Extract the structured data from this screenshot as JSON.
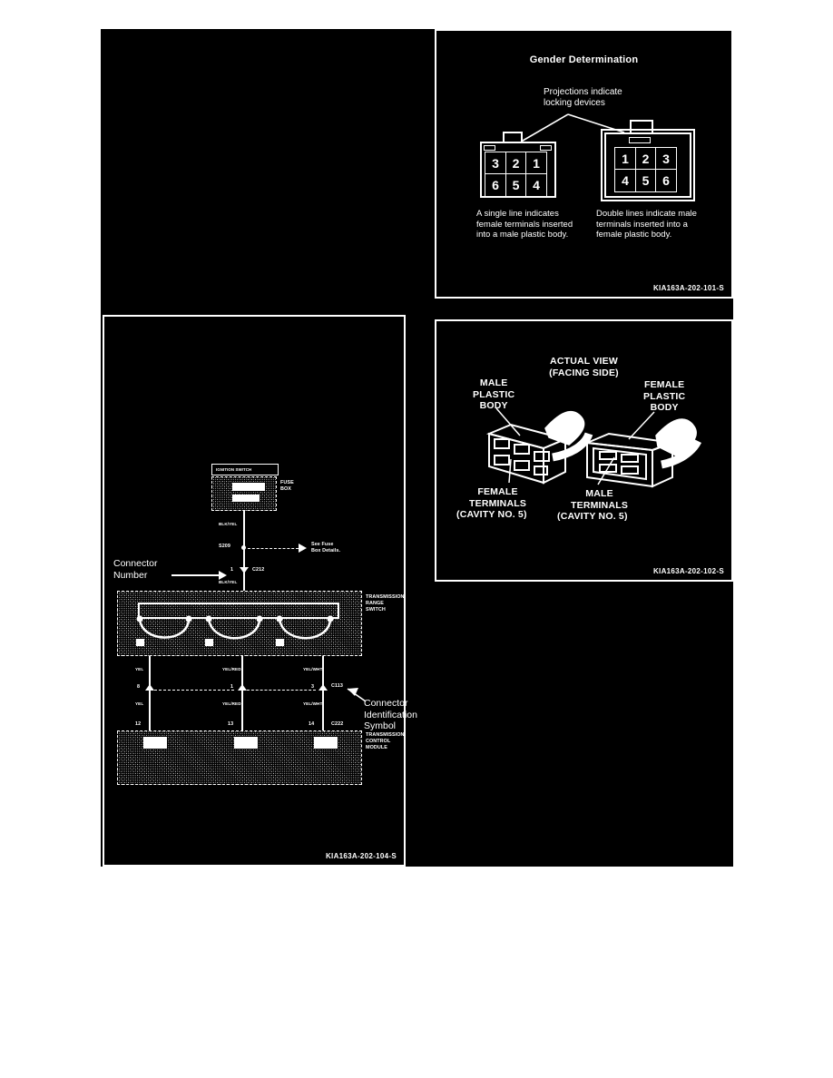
{
  "page": {
    "background": "#ffffff",
    "canvas_color": "#000000"
  },
  "panels": [
    {
      "id": "gender",
      "title": "Gender Determination",
      "figure_code": "KIA163A-202-101-S",
      "projection_note": "Projections indicate\nlocking devices",
      "connectors": [
        {
          "id": "female-terminals",
          "body_style": "single-line",
          "pin_rows": [
            [
              "3",
              "2",
              "1"
            ],
            [
              "6",
              "5",
              "4"
            ]
          ],
          "caption": "A single line indicates female terminals inserted into a male plastic body."
        },
        {
          "id": "male-terminals",
          "body_style": "double-line",
          "pin_rows": [
            [
              "1",
              "2",
              "3"
            ],
            [
              "4",
              "5",
              "6"
            ]
          ],
          "caption": "Double lines indicate male terminals inserted into a female plastic body."
        }
      ]
    },
    {
      "id": "actual-view",
      "title": "ACTUAL VIEW",
      "subtitle": "(FACING SIDE)",
      "figure_code": "KIA163A-202-102-S",
      "labels": {
        "male_plastic_body": "MALE\nPLASTIC\nBODY",
        "female_plastic_body": "FEMALE\nPLASTIC\nBODY",
        "female_terminals": "FEMALE\nTERMINALS",
        "female_terminals_cavity": "(CAVITY NO. 5)",
        "male_terminals": "MALE\nTERMINALS",
        "male_terminals_cavity": "(CAVITY NO. 5)"
      }
    },
    {
      "id": "wiring",
      "figure_code": "KIA163A-202-104-S",
      "callouts": {
        "connector_number": "Connector\nNumber",
        "connector_identification_symbol": "Connector\nIdentification\nSymbol"
      },
      "components": {
        "ignition_switch": "IGNITION SWITCH",
        "fuse_box": "FUSE\nBOX",
        "transmission_range_switch": "TRANSMISSION\nRANGE\nSWITCH",
        "transmission_control_module": "TRANSMISSION\nCONTROL\nMODULE"
      },
      "splice": {
        "id": "S209",
        "note": "See Fuse\nBox Details."
      },
      "connector_ids": {
        "top": "C212",
        "mid": "C113",
        "bottom": "C222"
      },
      "pin_numbers": {
        "top_connector": "1",
        "mid_left": "8",
        "mid_center": "1",
        "mid_right": "3",
        "tcm_left": "12",
        "tcm_center": "13",
        "tcm_right": "14"
      },
      "wire_labels": {
        "feed_upper": "BLK/YEL",
        "feed_mid": "BLK/YEL",
        "feed_lower": "BLK/YEL",
        "left_upper": "YEL",
        "left_lower": "YEL",
        "center_upper": "YEL/RED",
        "center_lower": "YEL/RED",
        "right_upper": "YEL/WHT",
        "right_lower": "YEL/WHT"
      }
    }
  ]
}
